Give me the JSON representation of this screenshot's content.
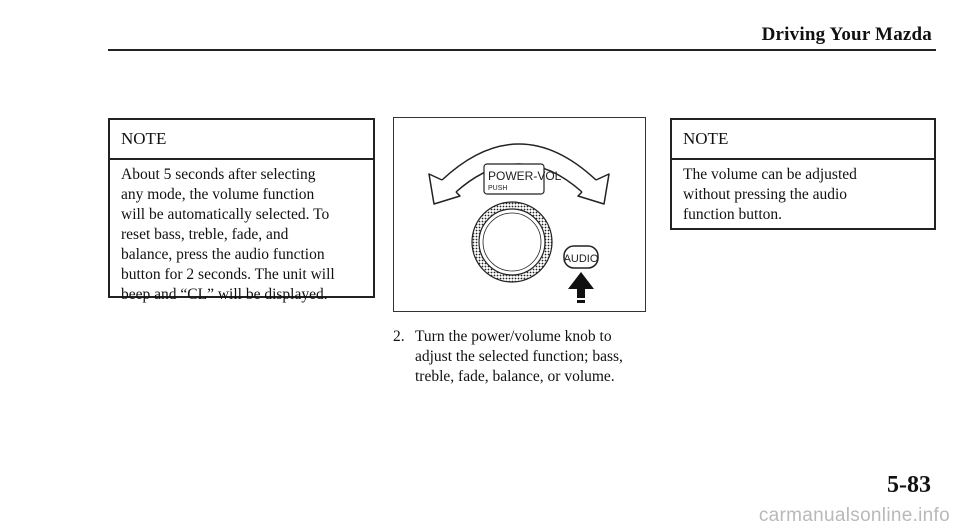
{
  "header": {
    "title": "Driving Your Mazda"
  },
  "note_left": {
    "heading": "NOTE",
    "lines": [
      "About 5 seconds after selecting",
      "any mode, the volume function",
      "will be automatically selected. To",
      "reset bass, treble, fade, and",
      "balance, press the audio function",
      "button for 2 seconds. The unit will",
      "beep and “CL” will be displayed."
    ]
  },
  "figure": {
    "knob_label": "POWER-VOL",
    "knob_sublabel": "PUSH",
    "audio_button_label": "AUDIO"
  },
  "step": {
    "number": "2.",
    "lines": [
      "Turn the power/volume knob to",
      "adjust the selected function; bass,",
      "treble, fade, balance, or volume."
    ]
  },
  "note_right": {
    "heading": "NOTE",
    "lines": [
      "The volume can be adjusted",
      "without pressing the audio",
      "function button."
    ]
  },
  "page_number": "5-83",
  "watermark": "carmanualsonline.info"
}
